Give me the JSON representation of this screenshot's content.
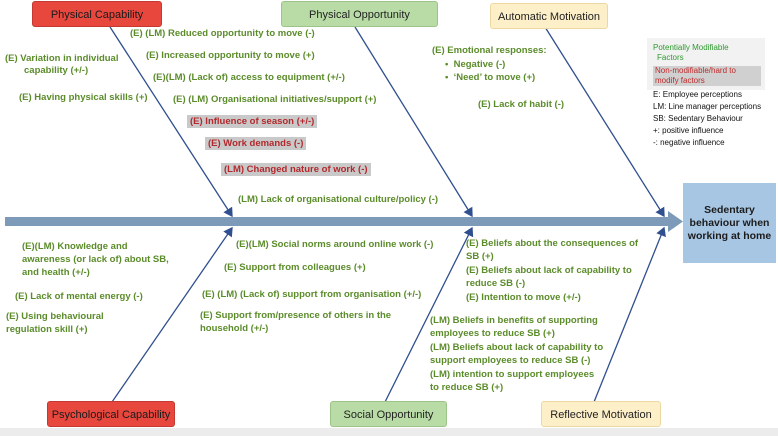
{
  "categories": {
    "physical_capability": "Physical Capability",
    "physical_opportunity": "Physical Opportunity",
    "automatic_motivation": "Automatic Motivation",
    "psychological_capability": "Psychological Capability",
    "social_opportunity": "Social Opportunity",
    "reflective_motivation": "Reflective Motivation"
  },
  "outcome": "Sedentary behaviour when working at home",
  "physical_capability_items": [
    "(E) Variation in individual",
    "capability (+/-)",
    "(E) Having physical skills (+)"
  ],
  "physical_opportunity_items": [
    "(E) (LM) Reduced opportunity to move (-)",
    "(E) Increased opportunity to move (+)",
    "(E)(LM) (Lack of) access to equipment (+/-)",
    "(E) (LM) Organisational initiatives/support (+)",
    "(LM) Lack of organisational culture/policy (-)"
  ],
  "physical_opportunity_highlighted": [
    "(E) Influence of season (+/-)",
    "(E) Work demands (-)",
    "(LM) Changed nature of work (-)"
  ],
  "automatic_motivation_items": {
    "title": "(E) Emotional responses:",
    "bullets": [
      "Negative (-)",
      "‘Need’ to move (+)"
    ],
    "habit": "(E) Lack of habit (-)"
  },
  "legend": {
    "modifiable_1": "Potentially Modifiable",
    "modifiable_2": "Factors",
    "nonmod_1": "Non-modifiable/hard to",
    "nonmod_2": "modify factors",
    "key": [
      "E: Employee perceptions",
      "LM: Line manager perceptions",
      "SB: Sedentary Behaviour",
      "+: positive influence",
      "-: negative influence"
    ]
  },
  "psychological_capability_items": [
    "(E)(LM) Knowledge and",
    "awareness (or lack of) about SB,",
    "and health (+/-)",
    "(E) Lack of mental energy (-)",
    "(E) Using behavioural",
    "regulation skill (+)"
  ],
  "social_opportunity_items": [
    "(E)(LM) Social norms around online work (-)",
    "(E) Support from colleagues (+)",
    "(E) (LM) (Lack of) support from organisation (+/-)",
    "(E) Support from/presence of others in the",
    "household (+/-)"
  ],
  "reflective_motivation_items": [
    "(E) Beliefs about the consequences of",
    "SB (+)",
    "(E) Beliefs about lack of capability to",
    "reduce SB (-)",
    "(E) Intention to move (+/-)",
    "(LM) Beliefs in benefits of supporting",
    "employees to reduce SB (+)",
    "(LM) Beliefs about lack of capability to",
    "support employees to reduce SB (-)",
    "(LM) intention to support employees",
    "to reduce SB (+)"
  ],
  "colors": {
    "spine": "#7d9bb9",
    "bone": "#2f4f8f",
    "factor_text": "#5b8c2a",
    "hard_text": "#b3282c",
    "outcome_bg": "#a7c6e3"
  }
}
